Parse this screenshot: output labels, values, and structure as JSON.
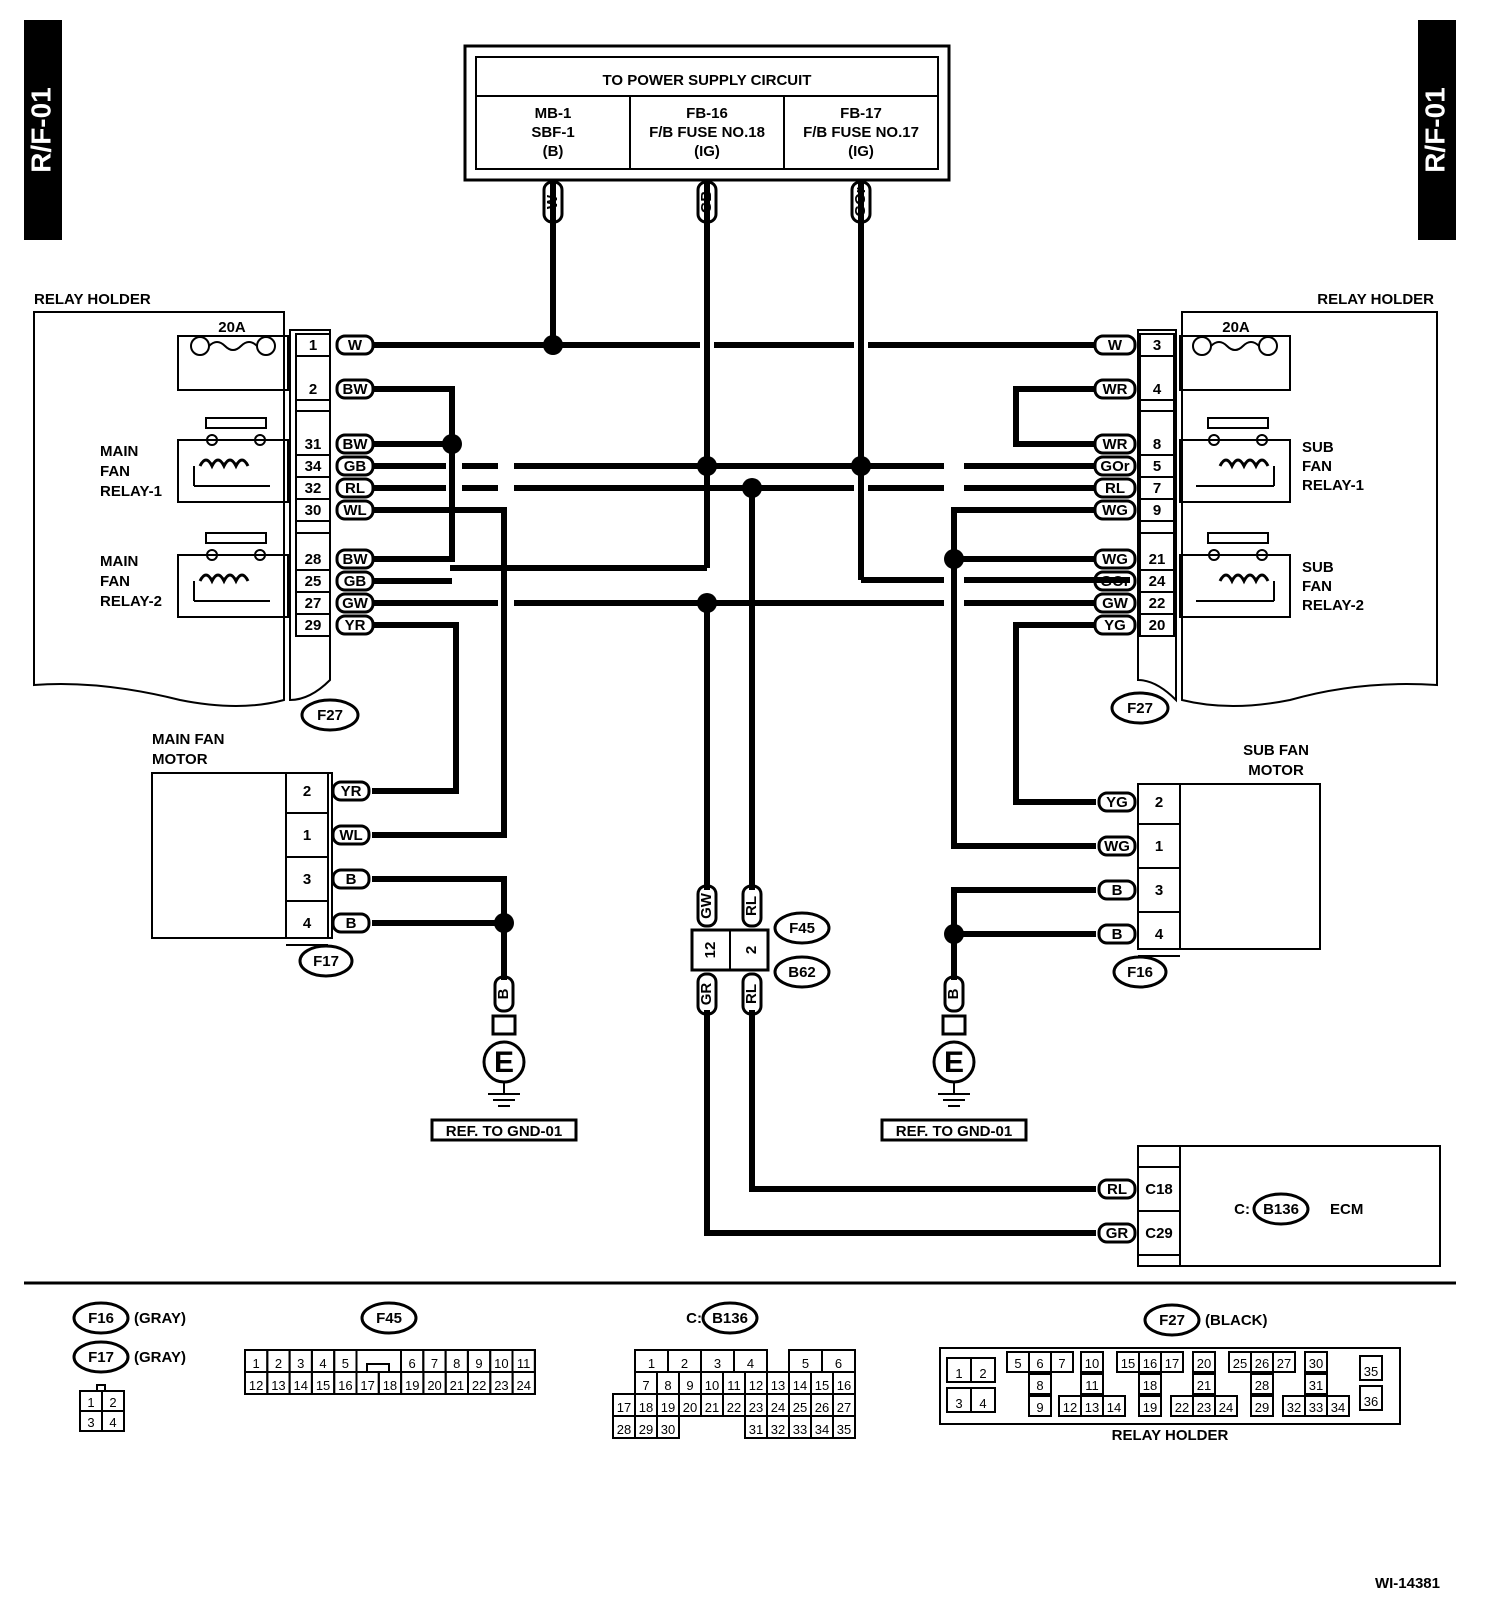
{
  "tabs": {
    "left": "R/F-01",
    "right": "R/F-01"
  },
  "power": {
    "title": "TO POWER SUPPLY CIRCUIT",
    "cols": [
      {
        "l1": "MB-1",
        "l2": "SBF-1",
        "l3": "(B)",
        "wire": "W"
      },
      {
        "l1": "FB-16",
        "l2": "F/B FUSE NO.18",
        "l3": "(IG)",
        "wire": "GB"
      },
      {
        "l1": "FB-17",
        "l2": "F/B FUSE NO.17",
        "l3": "(IG)",
        "wire": "GOr"
      }
    ]
  },
  "left_holder": {
    "title": "RELAY HOLDER",
    "fuse": "20A",
    "relay1": [
      "MAIN",
      "FAN",
      "RELAY-1"
    ],
    "relay2": [
      "MAIN",
      "FAN",
      "RELAY-2"
    ],
    "connector": "F27",
    "pins": [
      {
        "pin": "1",
        "wire": "W"
      },
      {
        "pin": "2",
        "wire": "BW"
      },
      {
        "pin": "31",
        "wire": "BW"
      },
      {
        "pin": "34",
        "wire": "GB"
      },
      {
        "pin": "32",
        "wire": "RL"
      },
      {
        "pin": "30",
        "wire": "WL"
      },
      {
        "pin": "28",
        "wire": "BW"
      },
      {
        "pin": "25",
        "wire": "GB"
      },
      {
        "pin": "27",
        "wire": "GW"
      },
      {
        "pin": "29",
        "wire": "YR"
      }
    ]
  },
  "right_holder": {
    "title": "RELAY HOLDER",
    "fuse": "20A",
    "relay1": [
      "SUB",
      "FAN",
      "RELAY-1"
    ],
    "relay2": [
      "SUB",
      "FAN",
      "RELAY-2"
    ],
    "connector": "F27",
    "pins": [
      {
        "pin": "3",
        "wire": "W"
      },
      {
        "pin": "4",
        "wire": "WR"
      },
      {
        "pin": "8",
        "wire": "WR"
      },
      {
        "pin": "5",
        "wire": "GOr"
      },
      {
        "pin": "7",
        "wire": "RL"
      },
      {
        "pin": "9",
        "wire": "WG"
      },
      {
        "pin": "21",
        "wire": "WG"
      },
      {
        "pin": "24",
        "wire": "GOr"
      },
      {
        "pin": "22",
        "wire": "GW"
      },
      {
        "pin": "20",
        "wire": "YG"
      }
    ]
  },
  "main_motor": {
    "title": [
      "MAIN FAN",
      "MOTOR"
    ],
    "connector": "F17",
    "pins": [
      {
        "pin": "2",
        "wire": "YR"
      },
      {
        "pin": "1",
        "wire": "WL"
      },
      {
        "pin": "3",
        "wire": "B"
      },
      {
        "pin": "4",
        "wire": "B"
      }
    ]
  },
  "sub_motor": {
    "title": [
      "SUB FAN",
      "MOTOR"
    ],
    "connector": "F16",
    "pins": [
      {
        "pin": "2",
        "wire": "YG"
      },
      {
        "pin": "1",
        "wire": "WG"
      },
      {
        "pin": "3",
        "wire": "B"
      },
      {
        "pin": "4",
        "wire": "B"
      }
    ]
  },
  "joint": {
    "top_wires": [
      "GW",
      "RL"
    ],
    "pins": [
      "12",
      "2"
    ],
    "bottom_wires": [
      "GR",
      "RL"
    ],
    "conn_top": "F45",
    "conn_bottom": "B62"
  },
  "grounds": [
    {
      "wire": "B",
      "symbol": "E",
      "ref": "REF. TO GND-01"
    },
    {
      "wire": "B",
      "symbol": "E",
      "ref": "REF. TO GND-01"
    }
  ],
  "ecm": {
    "prefix": "C:",
    "connector": "B136",
    "name": "ECM",
    "pins": [
      {
        "pin": "C18",
        "wire": "RL"
      },
      {
        "pin": "C29",
        "wire": "GR"
      }
    ]
  },
  "legend": {
    "f16": {
      "code": "F16",
      "color": "(GRAY)"
    },
    "f17": {
      "code": "F17",
      "color": "(GRAY)"
    },
    "f16_17_grid": [
      [
        "1",
        "2"
      ],
      [
        "3",
        "4"
      ]
    ],
    "f45": {
      "code": "F45",
      "row1a": [
        "1",
        "2",
        "3",
        "4",
        "5"
      ],
      "row1b": [
        "6",
        "7",
        "8",
        "9",
        "10",
        "11"
      ],
      "row2": [
        "12",
        "13",
        "14",
        "15",
        "16",
        "17",
        "18",
        "19",
        "20",
        "21",
        "22",
        "23",
        "24"
      ]
    },
    "b136": {
      "prefix": "C:",
      "code": "B136",
      "row1a": [
        "1",
        "2",
        "3",
        "4"
      ],
      "row1b": [
        "5",
        "6"
      ],
      "row2": [
        "7",
        "8",
        "9",
        "10",
        "11",
        "12",
        "13",
        "14",
        "15",
        "16"
      ],
      "row3": [
        "17",
        "18",
        "19",
        "20",
        "21",
        "22",
        "23",
        "24",
        "25",
        "26",
        "27"
      ],
      "row4a": [
        "28",
        "29",
        "30"
      ],
      "row4b": [
        "31",
        "32",
        "33",
        "34",
        "35"
      ]
    },
    "f27": {
      "code": "F27",
      "color": "(BLACK)",
      "caption": "RELAY HOLDER",
      "cells": [
        "1",
        "2",
        "3",
        "4",
        "5",
        "6",
        "7",
        "8",
        "9",
        "10",
        "11",
        "12",
        "13",
        "14",
        "15",
        "16",
        "17",
        "18",
        "19",
        "20",
        "21",
        "22",
        "23",
        "24",
        "25",
        "26",
        "27",
        "28",
        "29",
        "30",
        "31",
        "32",
        "33",
        "34",
        "35",
        "36"
      ]
    }
  },
  "figure_id": "WI-14381"
}
